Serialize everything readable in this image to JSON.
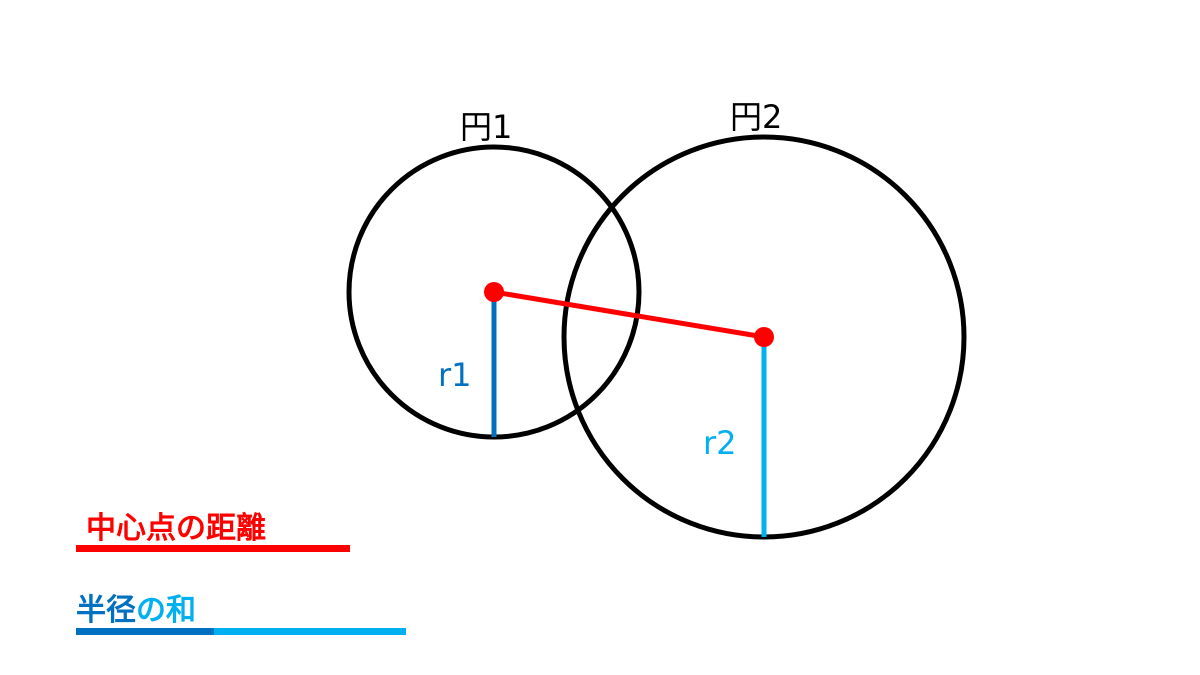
{
  "labels": {
    "circle1": "円1",
    "circle2": "円2",
    "r1": "r1",
    "r2": "r2"
  },
  "legend": {
    "distance": "中心点の距離",
    "radius_sum_part1": "半径",
    "radius_sum_part2": "の和"
  },
  "colors": {
    "red": "#ff0000",
    "dark_blue": "#0070c0",
    "light_blue": "#00b0f0",
    "black": "#000000"
  }
}
